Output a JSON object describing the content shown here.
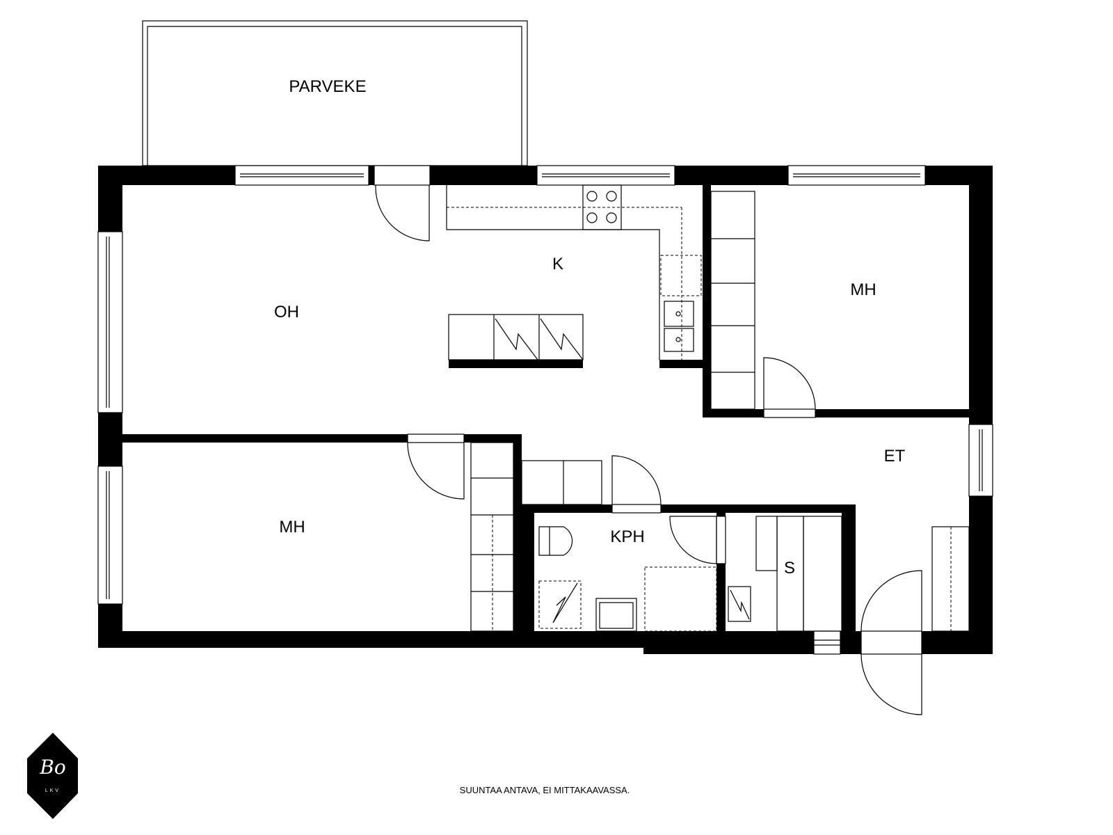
{
  "rooms": {
    "balcony": "PARVEKE",
    "kitchen": "K",
    "living_room": "OH",
    "bedroom_right": "MH",
    "bedroom_left": "MH",
    "hallway": "ET",
    "bathroom": "KPH",
    "sauna": "S"
  },
  "footer": {
    "disclaimer": "SUUNTAA ANTAVA, EI MITTAKAAVASSA."
  },
  "logo": {
    "text": "Bo",
    "subtext": "LKV",
    "color": "#000000"
  }
}
